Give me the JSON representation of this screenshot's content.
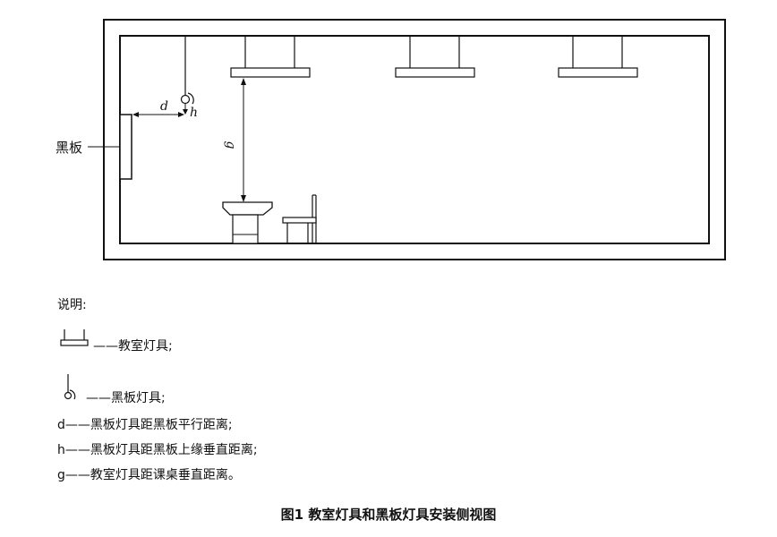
{
  "diagram": {
    "blackboard_label": "黑板",
    "label_d": "d",
    "label_h": "h",
    "label_g": "g"
  },
  "legend": {
    "heading": "说明:",
    "classroom_light": "——教室灯具;",
    "blackboard_light": "——黑板灯具;",
    "d_def": "d——黑板灯具距黑板平行距离;",
    "h_def": "h——黑板灯具距黑板上缘垂直距离;",
    "g_def": "g——教室灯具距课桌垂直距离。"
  },
  "caption": "图1   教室灯具和黑板灯具安装侧视图"
}
